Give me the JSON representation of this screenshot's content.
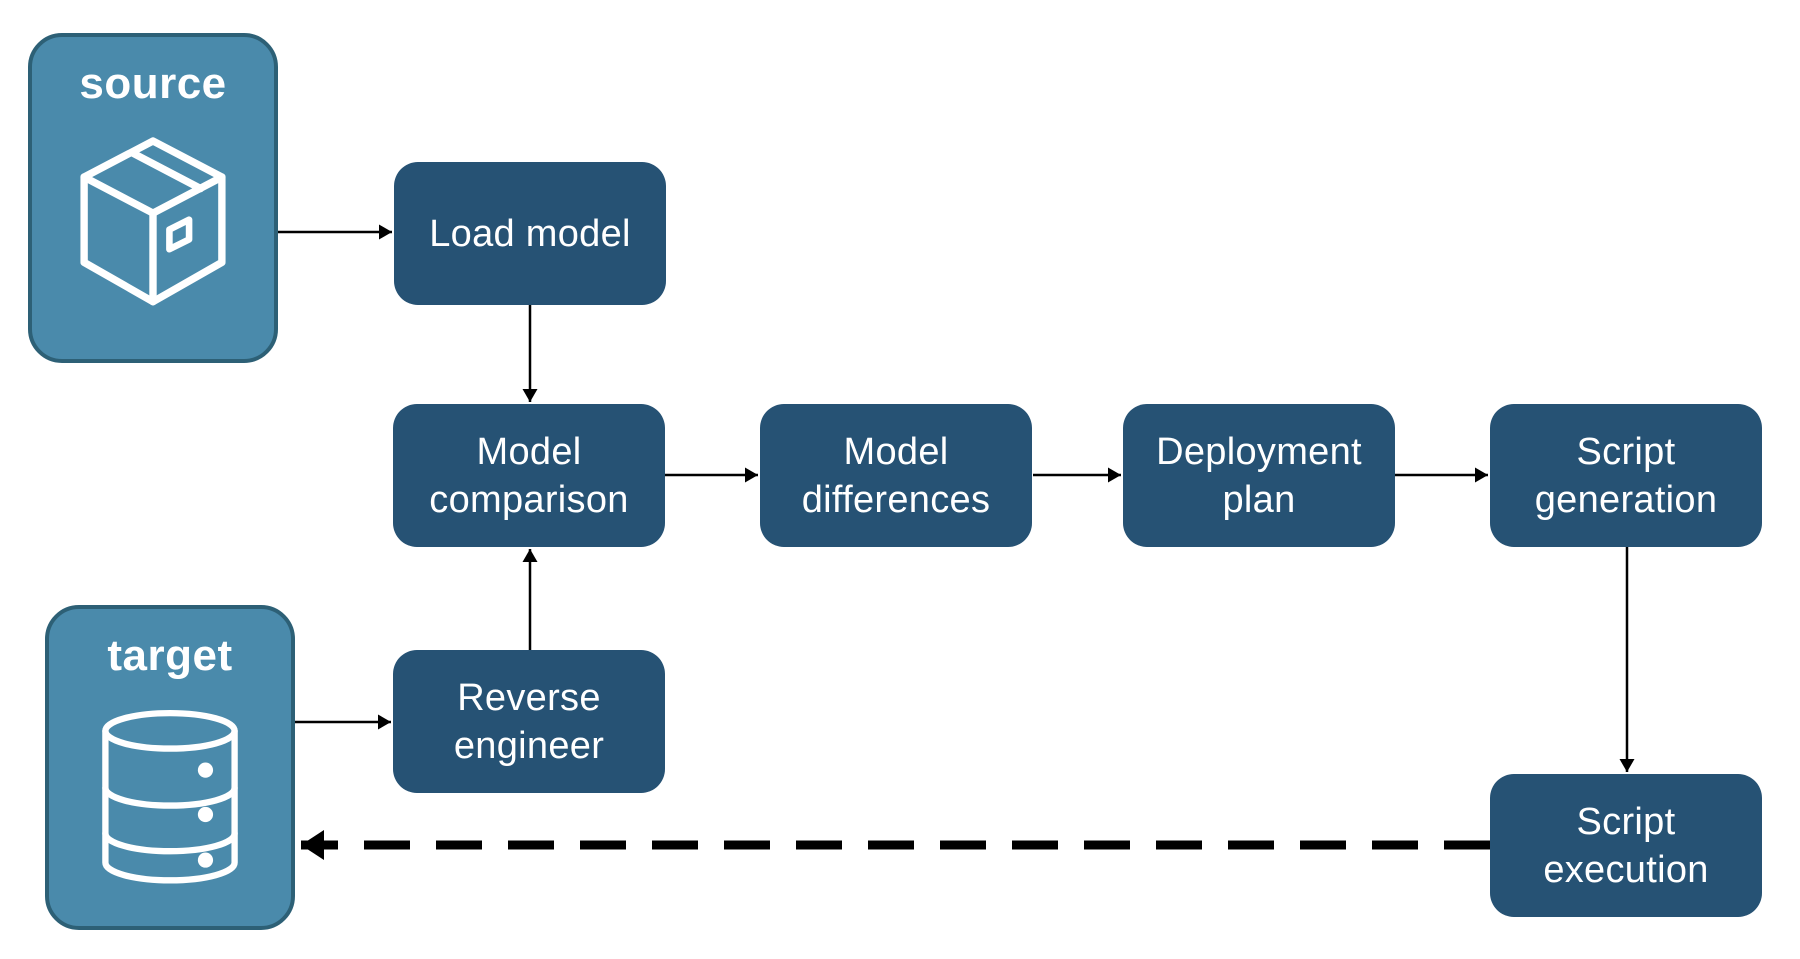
{
  "diagram": {
    "entities": {
      "source": {
        "label": "source",
        "icon": "package-icon"
      },
      "target": {
        "label": "target",
        "icon": "database-icon"
      }
    },
    "nodes": [
      {
        "id": "load-model",
        "label": "Load model"
      },
      {
        "id": "model-comparison",
        "label": "Model comparison"
      },
      {
        "id": "model-differences",
        "label": "Model differences"
      },
      {
        "id": "deployment-plan",
        "label": "Deployment plan"
      },
      {
        "id": "script-generation",
        "label": "Script generation"
      },
      {
        "id": "reverse-engineer",
        "label": "Reverse engineer"
      },
      {
        "id": "script-execution",
        "label": "Script execution"
      }
    ],
    "edges": [
      {
        "from": "source",
        "to": "load-model",
        "style": "solid"
      },
      {
        "from": "load-model",
        "to": "model-comparison",
        "style": "solid"
      },
      {
        "from": "model-comparison",
        "to": "model-differences",
        "style": "solid"
      },
      {
        "from": "model-differences",
        "to": "deployment-plan",
        "style": "solid"
      },
      {
        "from": "deployment-plan",
        "to": "script-generation",
        "style": "solid"
      },
      {
        "from": "script-generation",
        "to": "script-execution",
        "style": "solid"
      },
      {
        "from": "reverse-engineer",
        "to": "model-comparison",
        "style": "solid"
      },
      {
        "from": "target",
        "to": "reverse-engineer",
        "style": "solid"
      },
      {
        "from": "script-execution",
        "to": "target",
        "style": "dashed"
      }
    ],
    "colors": {
      "background": "#ffffff",
      "node_fill": "#265274",
      "entity_fill": "#4a8aab",
      "entity_border": "#2d6076",
      "label_text": "#ffffff",
      "arrow": "#000000"
    }
  }
}
